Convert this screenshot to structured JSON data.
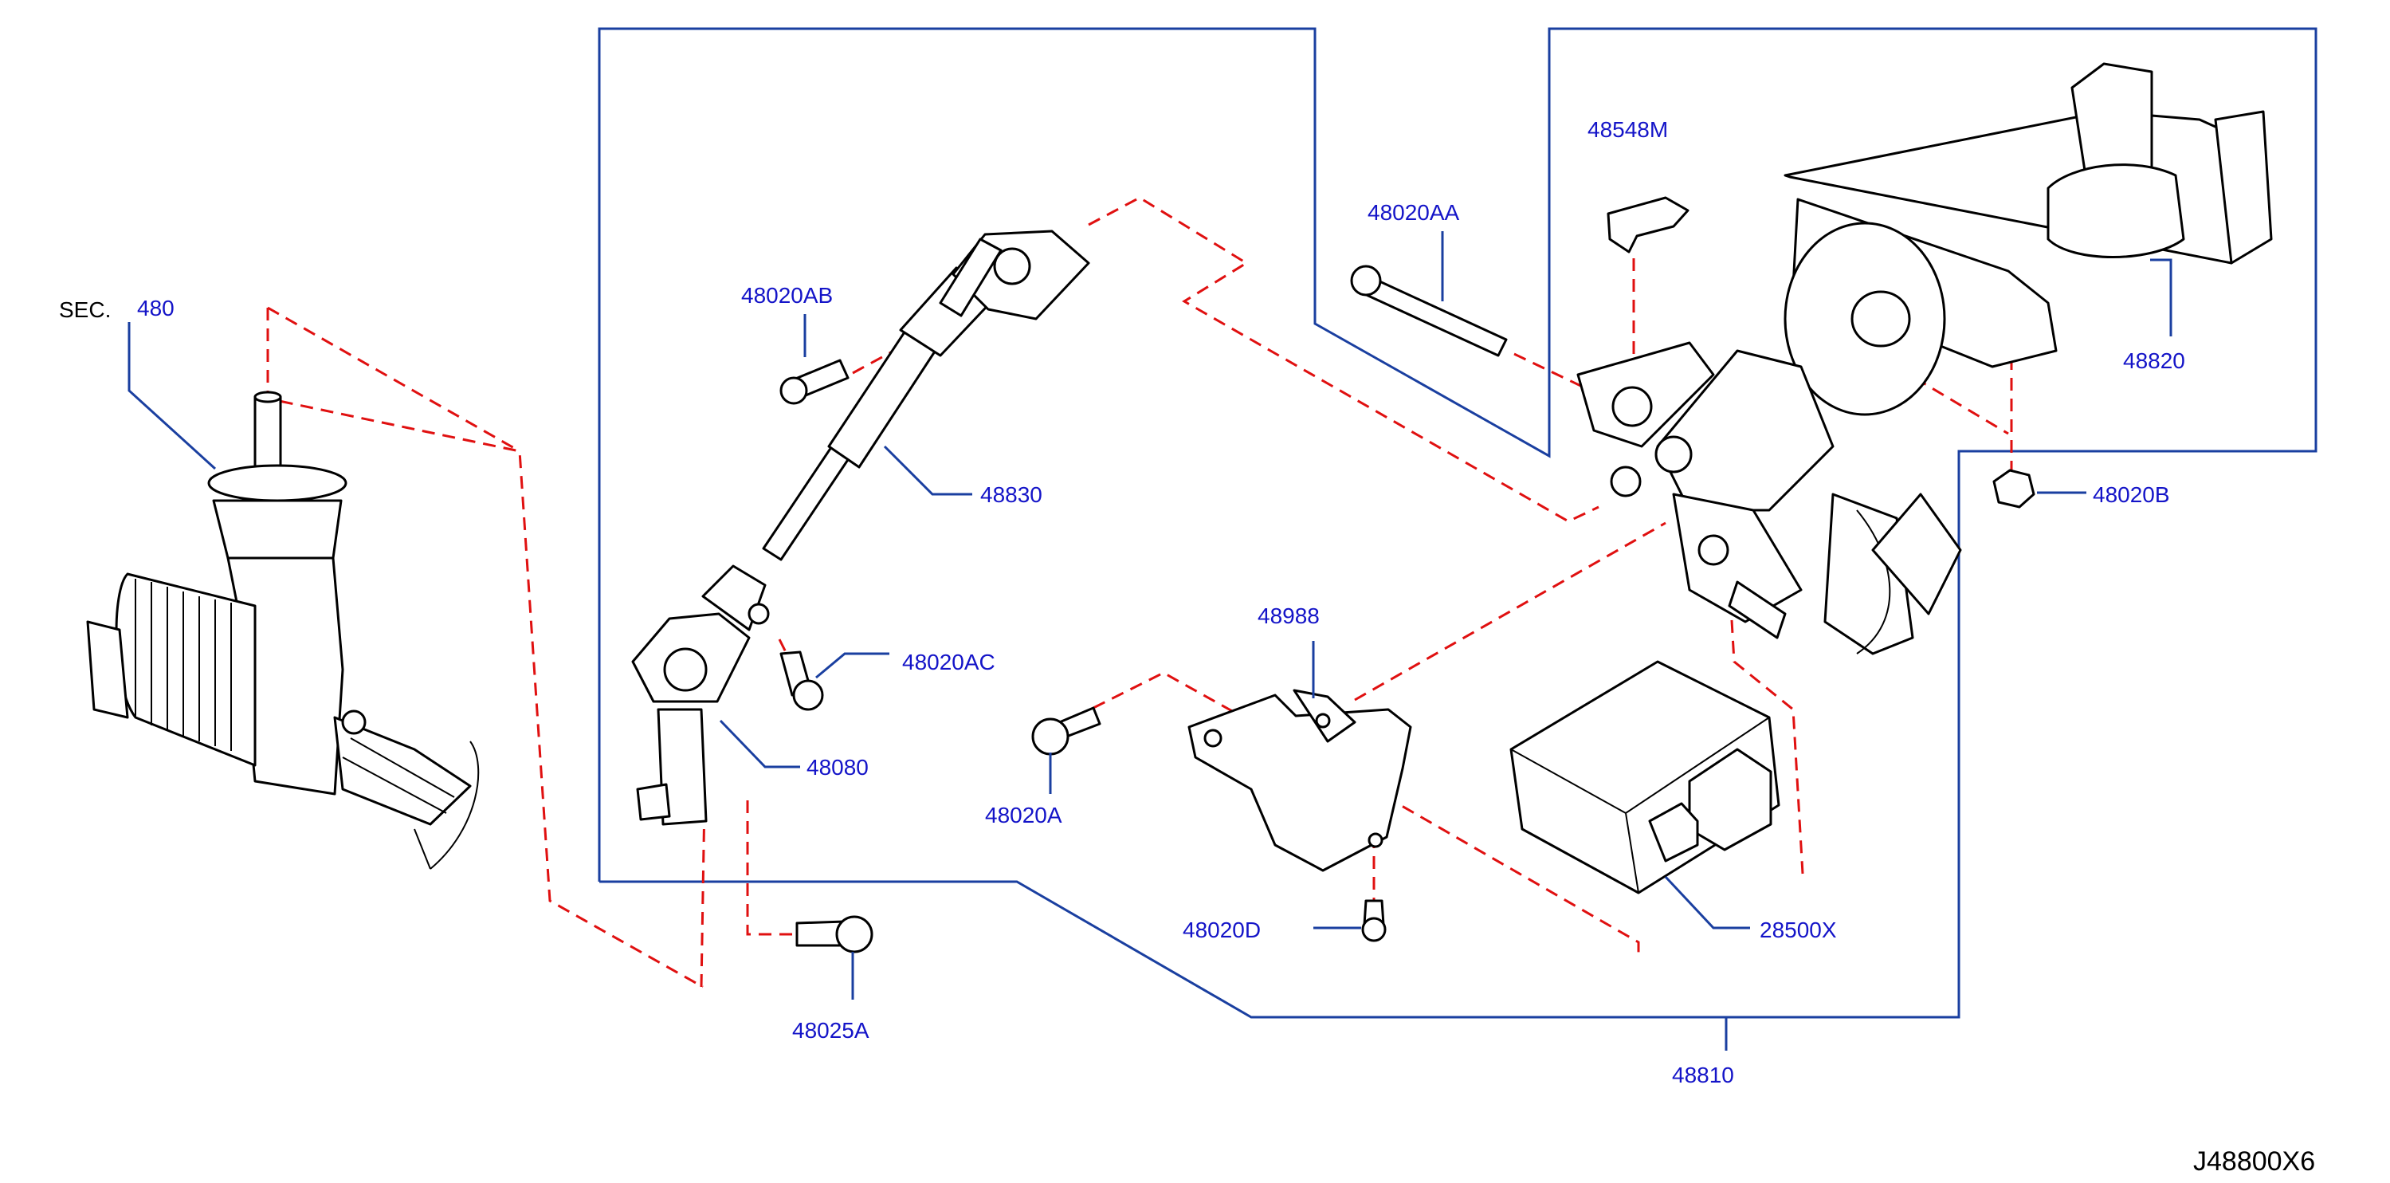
{
  "diagram_id": "J48800X6",
  "section_ref": {
    "prefix": "SEC.",
    "number": "480"
  },
  "parts": {
    "p48548M": "48548M",
    "p48020AA": "48020AA",
    "p48020AB": "48020AB",
    "p48830": "48830",
    "p48820": "48820",
    "p48020B": "48020B",
    "p48020AC": "48020AC",
    "p48080": "48080",
    "p48988": "48988",
    "p48020A": "48020A",
    "p48020D": "48020D",
    "p28500X": "28500X",
    "p48025A": "48025A",
    "p48810": "48810"
  },
  "colors": {
    "label": "#1414c8",
    "frame": "#1a3fa0",
    "dashed_guide": "#e01010"
  }
}
